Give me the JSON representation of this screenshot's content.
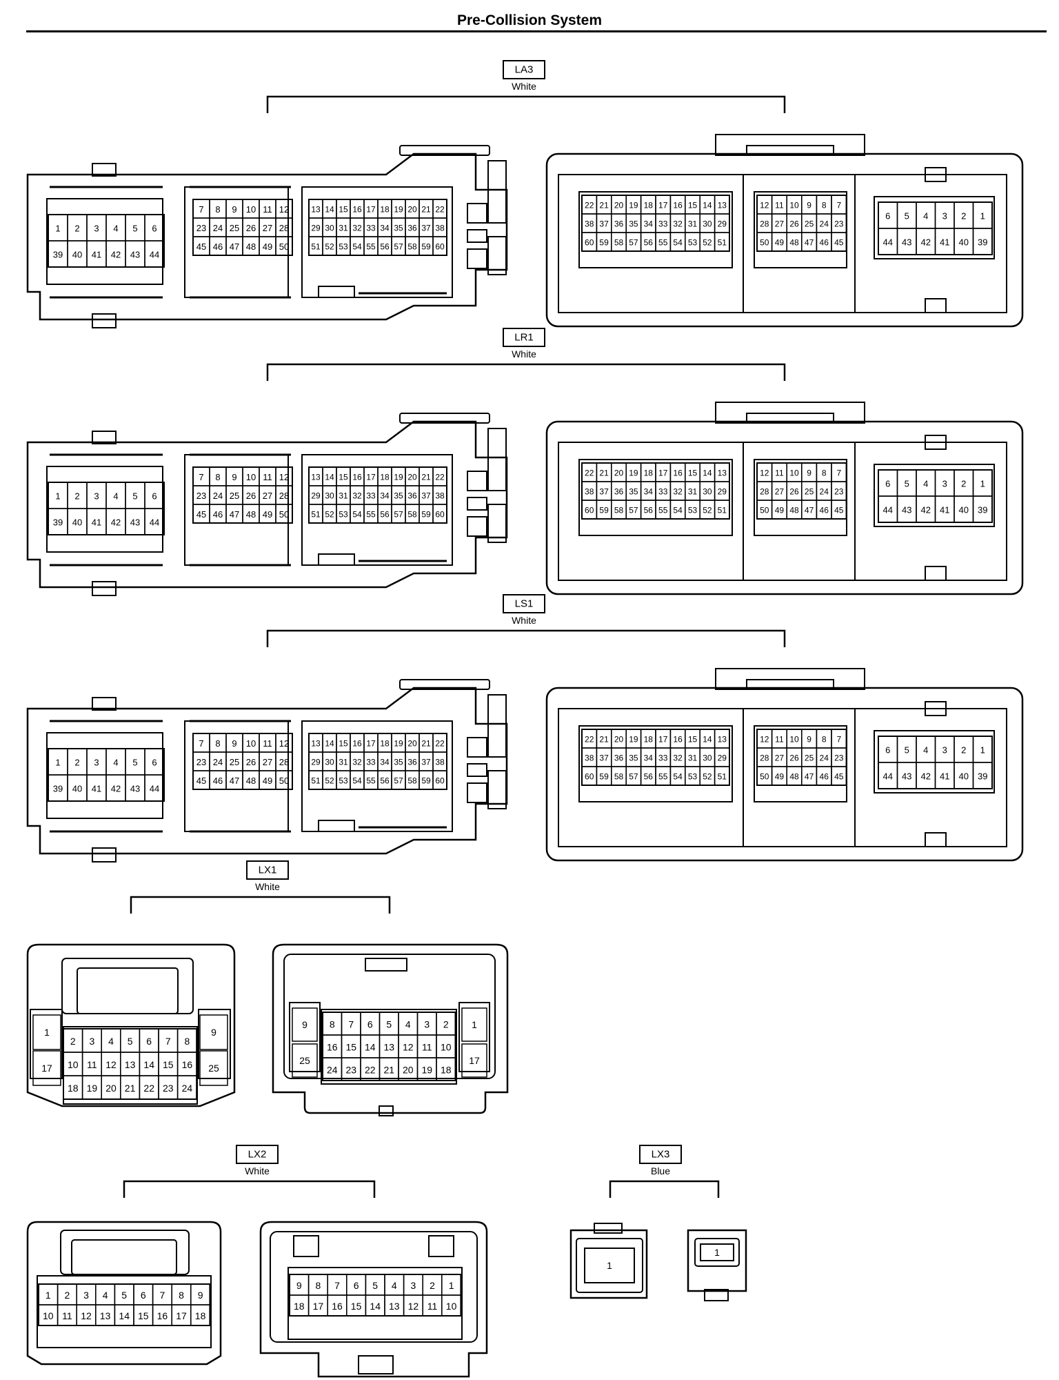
{
  "page": {
    "title": "Pre-Collision System"
  },
  "connectors": [
    {
      "id": "LA3",
      "color": "White",
      "type": "ecu",
      "left": {
        "rows_a": [
          [
            "1",
            "2",
            "3",
            "4",
            "5",
            "6"
          ],
          [
            "39",
            "40",
            "41",
            "42",
            "43",
            "44"
          ]
        ],
        "rows_b": [
          [
            "7",
            "8",
            "9",
            "10",
            "11",
            "12"
          ],
          [
            "23",
            "24",
            "25",
            "26",
            "27",
            "28"
          ],
          [
            "45",
            "46",
            "47",
            "48",
            "49",
            "50"
          ]
        ],
        "rows_c": [
          [
            "13",
            "14",
            "15",
            "16",
            "17",
            "18",
            "19",
            "20",
            "21",
            "22"
          ],
          [
            "29",
            "30",
            "31",
            "32",
            "33",
            "34",
            "35",
            "36",
            "37",
            "38"
          ],
          [
            "51",
            "52",
            "53",
            "54",
            "55",
            "56",
            "57",
            "58",
            "59",
            "60"
          ]
        ]
      },
      "right": {
        "rows_a": [
          [
            "22",
            "21",
            "20",
            "19",
            "18",
            "17",
            "16",
            "15",
            "14",
            "13"
          ],
          [
            "38",
            "37",
            "36",
            "35",
            "34",
            "33",
            "32",
            "31",
            "30",
            "29"
          ],
          [
            "60",
            "59",
            "58",
            "57",
            "56",
            "55",
            "54",
            "53",
            "52",
            "51"
          ]
        ],
        "rows_b": [
          [
            "12",
            "11",
            "10",
            "9",
            "8",
            "7"
          ],
          [
            "28",
            "27",
            "26",
            "25",
            "24",
            "23"
          ],
          [
            "50",
            "49",
            "48",
            "47",
            "46",
            "45"
          ]
        ],
        "rows_c": [
          [
            "6",
            "5",
            "4",
            "3",
            "2",
            "1"
          ],
          [
            "44",
            "43",
            "42",
            "41",
            "40",
            "39"
          ]
        ]
      }
    },
    {
      "id": "LR1",
      "color": "White",
      "type": "ecu",
      "left": {
        "rows_a": [
          [
            "1",
            "2",
            "3",
            "4",
            "5",
            "6"
          ],
          [
            "39",
            "40",
            "41",
            "42",
            "43",
            "44"
          ]
        ],
        "rows_b": [
          [
            "7",
            "8",
            "9",
            "10",
            "11",
            "12"
          ],
          [
            "23",
            "24",
            "25",
            "26",
            "27",
            "28"
          ],
          [
            "45",
            "46",
            "47",
            "48",
            "49",
            "50"
          ]
        ],
        "rows_c": [
          [
            "13",
            "14",
            "15",
            "16",
            "17",
            "18",
            "19",
            "20",
            "21",
            "22"
          ],
          [
            "29",
            "30",
            "31",
            "32",
            "33",
            "34",
            "35",
            "36",
            "37",
            "38"
          ],
          [
            "51",
            "52",
            "53",
            "54",
            "55",
            "56",
            "57",
            "58",
            "59",
            "60"
          ]
        ]
      },
      "right": {
        "rows_a": [
          [
            "22",
            "21",
            "20",
            "19",
            "18",
            "17",
            "16",
            "15",
            "14",
            "13"
          ],
          [
            "38",
            "37",
            "36",
            "35",
            "34",
            "33",
            "32",
            "31",
            "30",
            "29"
          ],
          [
            "60",
            "59",
            "58",
            "57",
            "56",
            "55",
            "54",
            "53",
            "52",
            "51"
          ]
        ],
        "rows_b": [
          [
            "12",
            "11",
            "10",
            "9",
            "8",
            "7"
          ],
          [
            "28",
            "27",
            "26",
            "25",
            "24",
            "23"
          ],
          [
            "50",
            "49",
            "48",
            "47",
            "46",
            "45"
          ]
        ],
        "rows_c": [
          [
            "6",
            "5",
            "4",
            "3",
            "2",
            "1"
          ],
          [
            "44",
            "43",
            "42",
            "41",
            "40",
            "39"
          ]
        ]
      }
    },
    {
      "id": "LS1",
      "color": "White",
      "type": "ecu",
      "left": {
        "rows_a": [
          [
            "1",
            "2",
            "3",
            "4",
            "5",
            "6"
          ],
          [
            "39",
            "40",
            "41",
            "42",
            "43",
            "44"
          ]
        ],
        "rows_b": [
          [
            "7",
            "8",
            "9",
            "10",
            "11",
            "12"
          ],
          [
            "23",
            "24",
            "25",
            "26",
            "27",
            "28"
          ],
          [
            "45",
            "46",
            "47",
            "48",
            "49",
            "50"
          ]
        ],
        "rows_c": [
          [
            "13",
            "14",
            "15",
            "16",
            "17",
            "18",
            "19",
            "20",
            "21",
            "22"
          ],
          [
            "29",
            "30",
            "31",
            "32",
            "33",
            "34",
            "35",
            "36",
            "37",
            "38"
          ],
          [
            "51",
            "52",
            "53",
            "54",
            "55",
            "56",
            "57",
            "58",
            "59",
            "60"
          ]
        ]
      },
      "right": {
        "rows_a": [
          [
            "22",
            "21",
            "20",
            "19",
            "18",
            "17",
            "16",
            "15",
            "14",
            "13"
          ],
          [
            "38",
            "37",
            "36",
            "35",
            "34",
            "33",
            "32",
            "31",
            "30",
            "29"
          ],
          [
            "60",
            "59",
            "58",
            "57",
            "56",
            "55",
            "54",
            "53",
            "52",
            "51"
          ]
        ],
        "rows_b": [
          [
            "12",
            "11",
            "10",
            "9",
            "8",
            "7"
          ],
          [
            "28",
            "27",
            "26",
            "25",
            "24",
            "23"
          ],
          [
            "50",
            "49",
            "48",
            "47",
            "46",
            "45"
          ]
        ],
        "rows_c": [
          [
            "6",
            "5",
            "4",
            "3",
            "2",
            "1"
          ],
          [
            "44",
            "43",
            "42",
            "41",
            "40",
            "39"
          ]
        ]
      }
    },
    {
      "id": "LX1",
      "color": "White",
      "type": "lx1",
      "left": {
        "side_left": [
          "1",
          "17"
        ],
        "side_right": [
          "9",
          "25"
        ],
        "center": [
          [
            "2",
            "3",
            "4",
            "5",
            "6",
            "7",
            "8"
          ],
          [
            "10",
            "11",
            "12",
            "13",
            "14",
            "15",
            "16"
          ],
          [
            "18",
            "19",
            "20",
            "21",
            "22",
            "23",
            "24"
          ]
        ]
      },
      "right": {
        "side_left": [
          "9",
          "25"
        ],
        "side_right": [
          "1",
          "17"
        ],
        "center": [
          [
            "8",
            "7",
            "6",
            "5",
            "4",
            "3",
            "2"
          ],
          [
            "16",
            "15",
            "14",
            "13",
            "12",
            "11",
            "10"
          ],
          [
            "24",
            "23",
            "22",
            "21",
            "20",
            "19",
            "18"
          ]
        ]
      }
    },
    {
      "id": "LX2",
      "color": "White",
      "type": "lx2",
      "left": {
        "rows": [
          [
            "1",
            "2",
            "3",
            "4",
            "5",
            "6",
            "7",
            "8",
            "9"
          ],
          [
            "10",
            "11",
            "12",
            "13",
            "14",
            "15",
            "16",
            "17",
            "18"
          ]
        ]
      },
      "right": {
        "rows": [
          [
            "9",
            "8",
            "7",
            "6",
            "5",
            "4",
            "3",
            "2",
            "1"
          ],
          [
            "18",
            "17",
            "16",
            "15",
            "14",
            "13",
            "12",
            "11",
            "10"
          ]
        ]
      }
    },
    {
      "id": "LX3",
      "color": "Blue",
      "type": "lx3",
      "left": {
        "pin": "1"
      },
      "right": {
        "pin": "1"
      }
    }
  ]
}
